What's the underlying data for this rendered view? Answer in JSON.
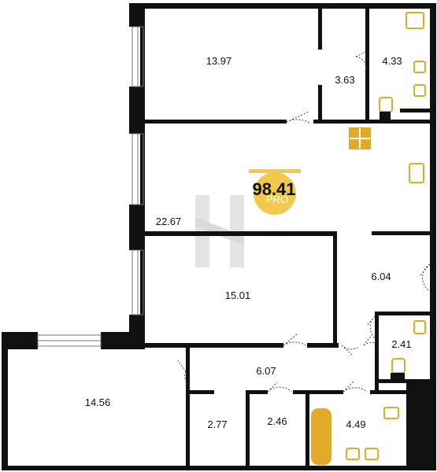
{
  "plan": {
    "total_area": "98.41",
    "badge": "PRO",
    "rooms": [
      {
        "id": "bedroom-top",
        "area": "13.97"
      },
      {
        "id": "closet-top",
        "area": "3.63"
      },
      {
        "id": "bathroom-top",
        "area": "4.33"
      },
      {
        "id": "living-kitchen",
        "area": "22.67"
      },
      {
        "id": "hall-right",
        "area": "6.04"
      },
      {
        "id": "bedroom-middle",
        "area": "15.01"
      },
      {
        "id": "wc",
        "area": "2.41"
      },
      {
        "id": "corridor",
        "area": "6.07"
      },
      {
        "id": "bedroom-left",
        "area": "14.56"
      },
      {
        "id": "storage-1",
        "area": "2.77"
      },
      {
        "id": "storage-2",
        "area": "2.46"
      },
      {
        "id": "bathroom-bottom",
        "area": "4.49"
      }
    ]
  },
  "colors": {
    "wall": "#111111",
    "fixture": "#e3a929",
    "badge": "#f2c94c",
    "watermark": "#d9d9d9"
  }
}
